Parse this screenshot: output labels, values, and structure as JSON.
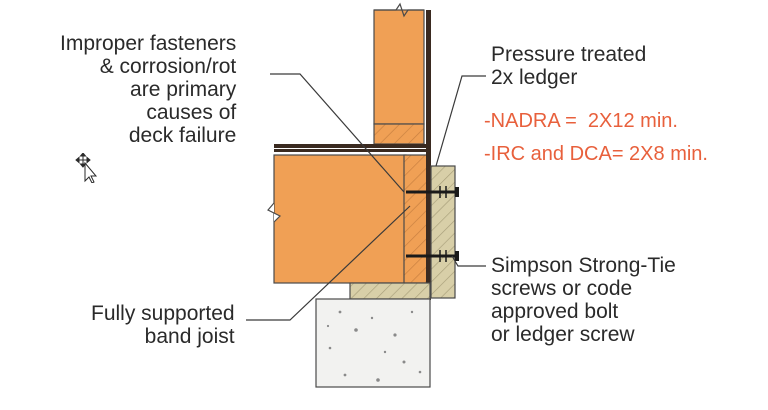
{
  "colors": {
    "lumber": "#f0a055",
    "lumber_dark": "#c88040",
    "ledger": "#d8cfa8",
    "concrete": "#f2f2f0",
    "outline": "#4a4a4a",
    "sheathing": "#3a2a20",
    "note_red": "#e8603c",
    "label_text": "#2a2a2a"
  },
  "labels": {
    "improper_fasteners": "Improper fasteners\n& corrosion/rot\nare primary\ncauses of\ndeck failure",
    "pressure_treated": "Pressure treated\n2x ledger",
    "nadra": "-NADRA =  2X12 min.",
    "irc_dca": "-IRC and DCA= 2X8 min.",
    "simpson": "Simpson Strong-Tie\nscrews or code\napproved bolt\nor ledger screw",
    "fully_supported": "Fully supported\nband joist"
  },
  "icons": {
    "cursor": "move-cursor-icon"
  }
}
